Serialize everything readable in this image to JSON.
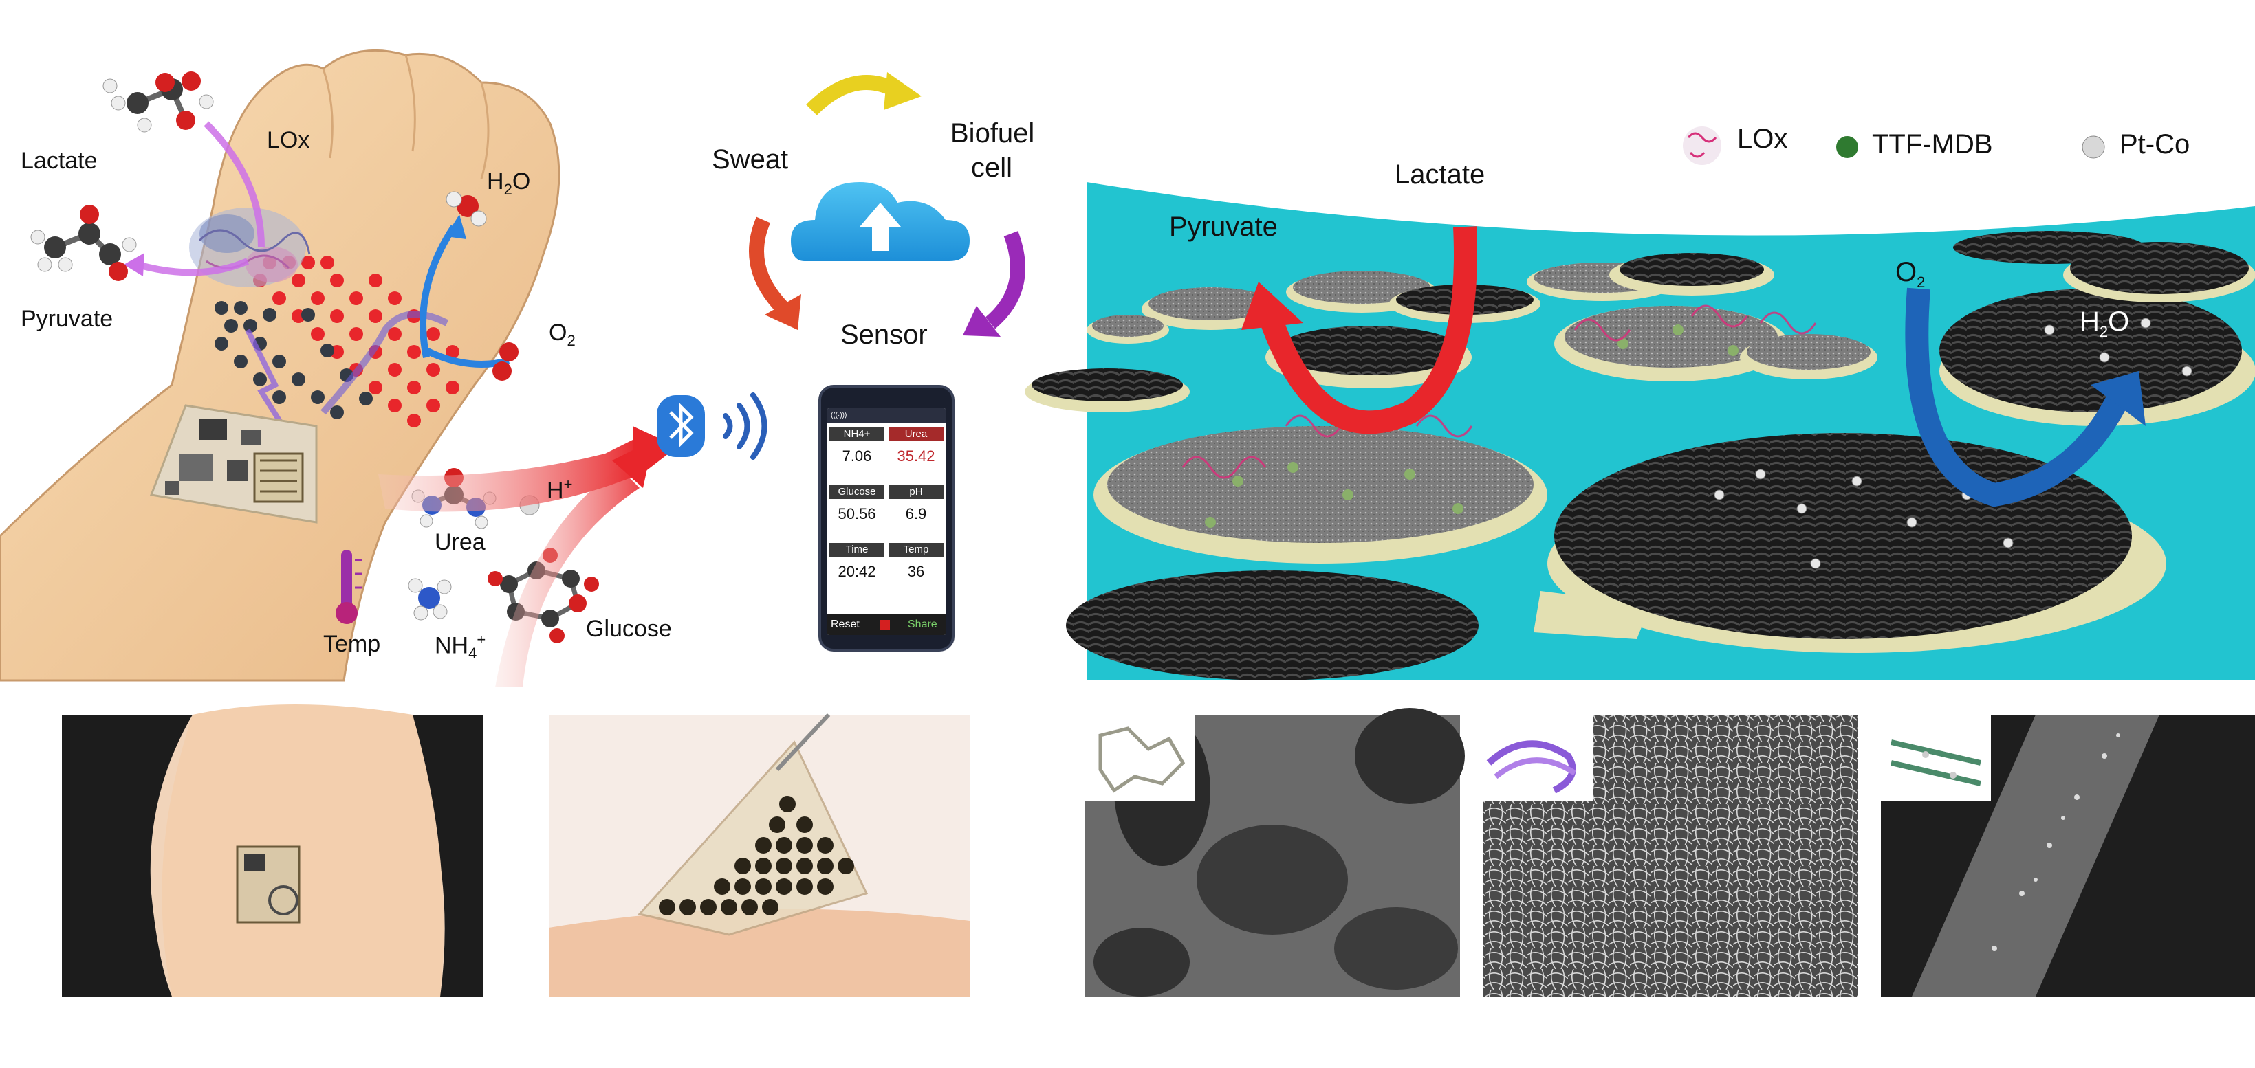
{
  "wrist": {
    "lactate": "Lactate",
    "lox": "LOx",
    "h2o_main": "H",
    "h2o_sub": "2",
    "h2o_end": "O",
    "pyruvate": "Pyruvate",
    "o2_main": "O",
    "o2_sub": "2",
    "urea": "Urea",
    "h_main": "H",
    "h_sup": "+",
    "temp": "Temp",
    "nh4_main": "NH",
    "nh4_sub": "4",
    "nh4_sup": "+",
    "glucose": "Glucose"
  },
  "cycle": {
    "sweat": "Sweat",
    "biofuel_1": "Biofuel",
    "biofuel_2": "cell",
    "sensor": "Sensor"
  },
  "phone": {
    "status": "(((·)))",
    "rows": [
      {
        "h1": "NH4+",
        "h2": "Urea",
        "v1": "7.06",
        "v2": "35.42"
      },
      {
        "h1": "Glucose",
        "h2": "pH",
        "v1": "50.56",
        "v2": "6.9"
      },
      {
        "h1": "Time",
        "h2": "Temp",
        "v1": "20:42",
        "v2": "36"
      }
    ],
    "reset": "Reset",
    "share": "Share",
    "accent_red": "#c0282d",
    "accent_green": "#3aa050"
  },
  "scene": {
    "lox": "LOx",
    "ttf": "TTF-MDB",
    "ptco": "Pt-Co",
    "lactate": "Lactate",
    "pyruvate": "Pyruvate",
    "o2_main": "O",
    "o2_sub": "2",
    "h2o_main": "H",
    "h2o_sub": "2",
    "h2o_end": "O",
    "bg_color": "#22c4d0"
  },
  "icons": {
    "cloud": "cloud-upload-icon",
    "bluetooth": "bluetooth-icon",
    "wireless": "wireless-signal-icon",
    "thermometer": "thermometer-icon"
  }
}
